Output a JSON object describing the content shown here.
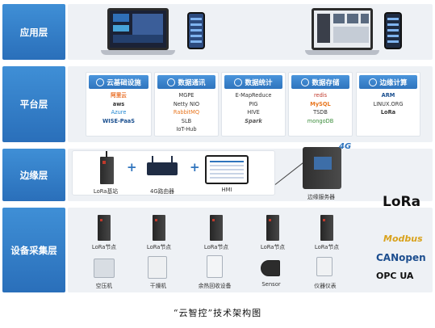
{
  "layers": {
    "app": "应用层",
    "platform": "平台层",
    "edge": "边缘层",
    "device": "设备采集层"
  },
  "platform_cards": [
    {
      "title": "云基础设施",
      "icon": "cloud-icon",
      "items": [
        "阿里云",
        "aws",
        "Azure",
        "WISE-PaaS"
      ]
    },
    {
      "title": "数据通讯",
      "icon": "signal-icon",
      "items": [
        "MGPE",
        "Netty NIO",
        "RabbitMQ",
        "SLB",
        "IoT-Hub"
      ]
    },
    {
      "title": "数据统计",
      "icon": "gear-icon",
      "items": [
        "E-MapReduce",
        "PIG",
        "HIVE",
        "Spark"
      ]
    },
    {
      "title": "数据存储",
      "icon": "database-icon",
      "items": [
        "redis",
        "MySQL",
        "TSDB",
        "mongoDB"
      ]
    },
    {
      "title": "边缘计算",
      "icon": "globe-icon",
      "items": [
        "ARM",
        "LINUX.ORG",
        "LoRa"
      ]
    }
  ],
  "edge": {
    "badge_4g": "4G",
    "items": [
      "LoRa基站",
      "4G路由器",
      "HMI",
      "边缘服务器"
    ]
  },
  "device": {
    "nodes": [
      "LoRa节点",
      "LoRa节点",
      "LoRa节点",
      "LoRa节点",
      "LoRa节点"
    ],
    "machines": [
      "空压机",
      "干燥机",
      "余热回收设备",
      "Sensor",
      "仪器仪表"
    ]
  },
  "brands": {
    "lora": "LoRa",
    "modbus": "Modbus",
    "canopen": "CANopen",
    "opcua": "OPC UA"
  },
  "caption": "“云智控”技术架构图",
  "colors": {
    "layer_blue": "#2f74bd",
    "band_bg": "#eef1f5",
    "modbus_orange": "#d9a21c",
    "canopen_blue": "#1d4e8f"
  }
}
